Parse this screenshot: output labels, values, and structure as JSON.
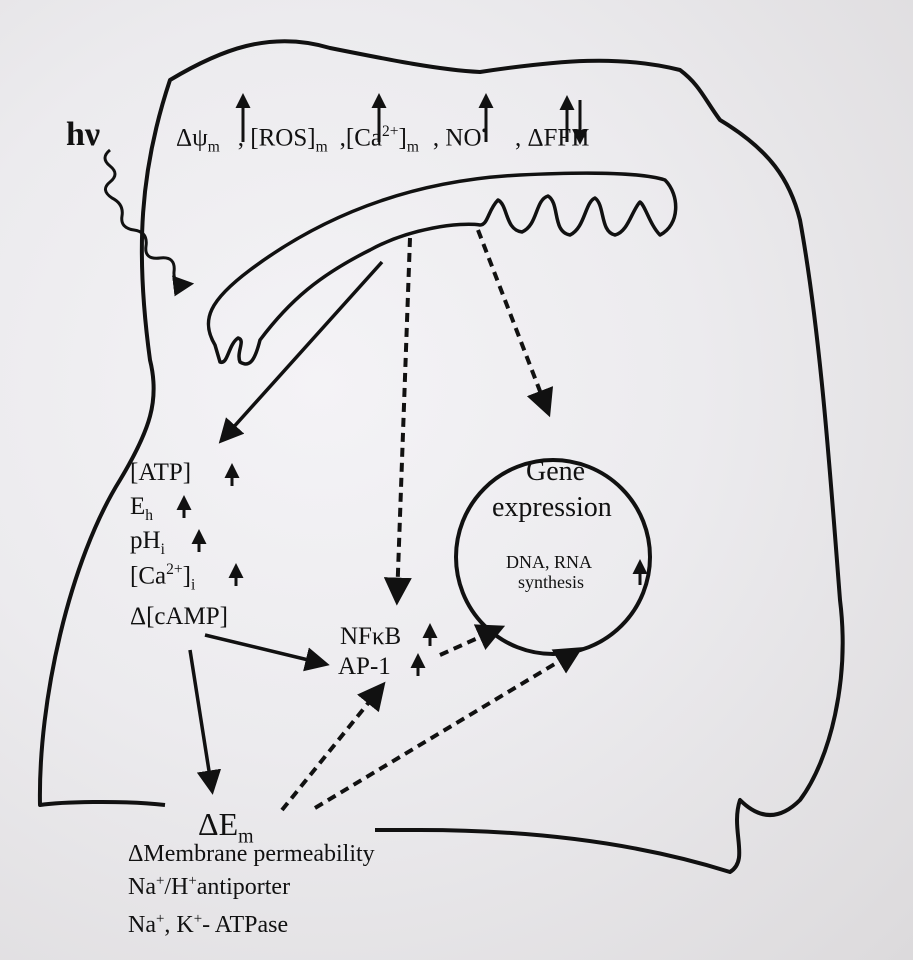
{
  "photon": "hν",
  "mito_params": {
    "delta_psi": "Δψ",
    "delta_psi_sub": "m",
    "ros": "[ROS]",
    "ros_sub": "m",
    "ca": "[Ca",
    "ca_sup": "2+",
    "ca_close": "]",
    "ca_sub": "m",
    "no": "NO",
    "no_dot": "•",
    "ffh": ", ΔFFH",
    "sep": ","
  },
  "cytosol": {
    "atp": "[ATP]",
    "eh": "E",
    "eh_sub": "h",
    "ph": "pH",
    "ph_sub": "i",
    "ca": "[Ca",
    "ca_sup": "2+",
    "ca_close": "]",
    "ca_sub": "i",
    "camp": "Δ[cAMP]"
  },
  "nucleus": {
    "title_line1": "Gene",
    "title_line2": "expression",
    "dna_rna": "DNA, RNA",
    "synthesis": "synthesis"
  },
  "transcription": {
    "nfkb": "NFκB",
    "ap1": "AP-1"
  },
  "membrane": {
    "delta_em": "ΔE",
    "delta_em_sub": "m",
    "permeability": "ΔMembrane permeability",
    "antiporter_na": "Na",
    "antiporter_plus1": "+",
    "antiporter_h": "/H",
    "antiporter_plus2": "+",
    "antiporter_rest": "antiporter",
    "atpase_na": "Na",
    "atpase_plus1": "+",
    "atpase_k": ", K",
    "atpase_plus2": "+",
    "atpase_rest": "- ATPase"
  },
  "colors": {
    "ink": "#111111",
    "background": "#ecebee"
  }
}
